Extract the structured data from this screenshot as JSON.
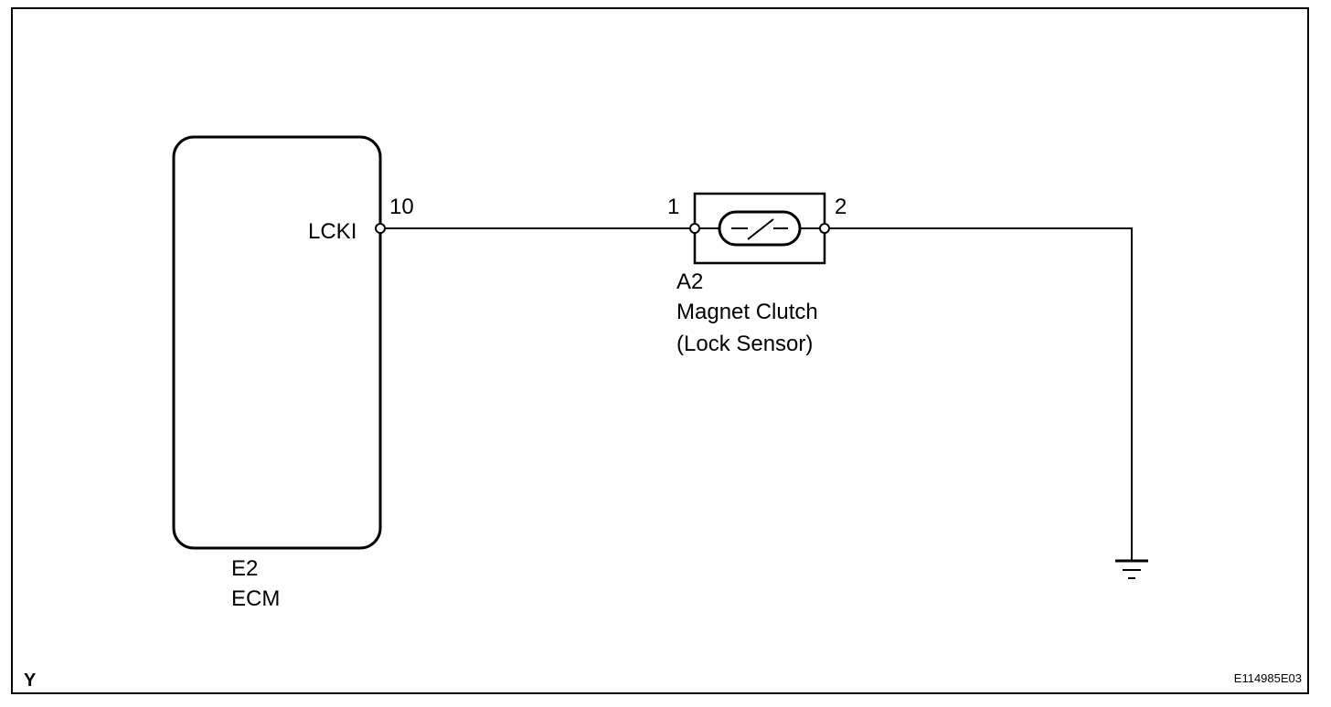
{
  "ecm": {
    "connector_code": "E2",
    "name": "ECM",
    "terminal_label": "LCKI",
    "pin_number": "10"
  },
  "sensor": {
    "connector_code": "A2",
    "name_line1": "Magnet Clutch",
    "name_line2": "(Lock Sensor)",
    "pin_left": "1",
    "pin_right": "2"
  },
  "ground": {
    "symbol": "ground-icon"
  },
  "footer": {
    "corner_letter": "Y",
    "figure_code": "E114985E03"
  }
}
